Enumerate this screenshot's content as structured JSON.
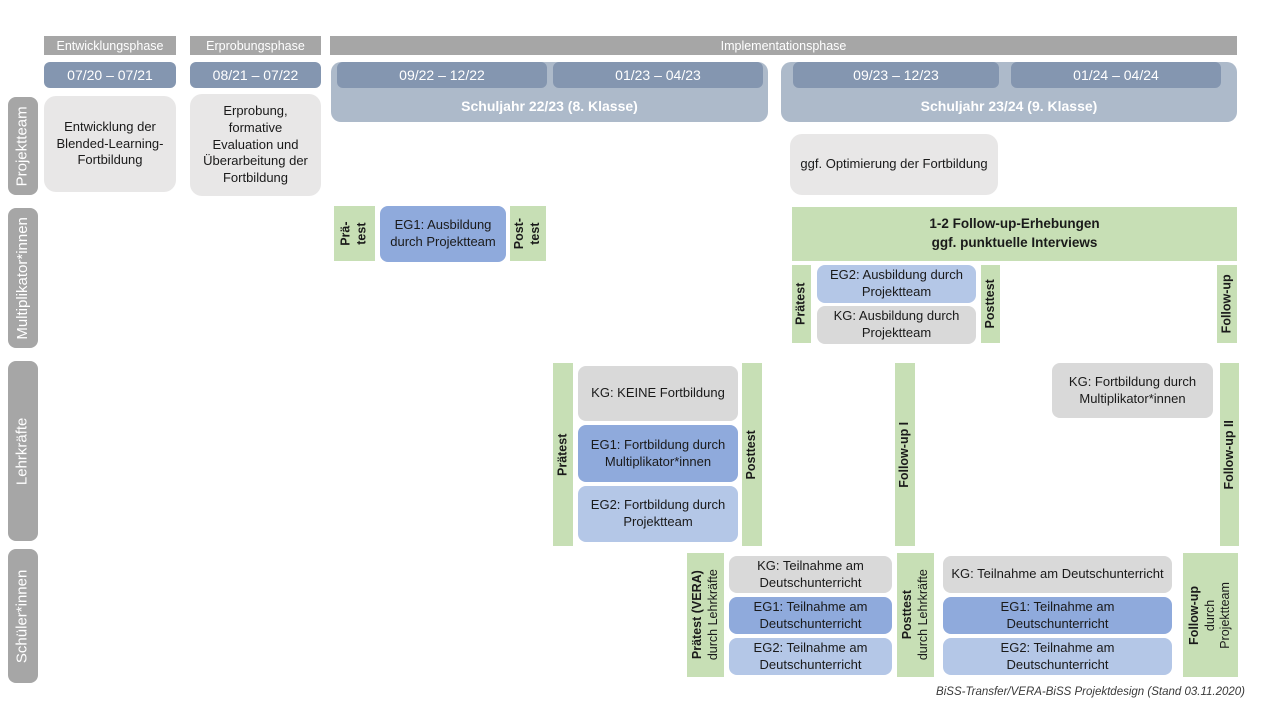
{
  "phases": {
    "p1": {
      "label": "Entwicklungsphase",
      "date": "07/20 – 07/21"
    },
    "p2": {
      "label": "Erprobungsphase",
      "date": "08/21 – 07/22"
    },
    "p3": {
      "label": "Implementationsphase"
    }
  },
  "years": {
    "y1": {
      "label": "Schuljahr 22/23 (8. Klasse)",
      "d1": "09/22 – 12/22",
      "d2": "01/23 – 04/23"
    },
    "y2": {
      "label": "Schuljahr 23/24 (9. Klasse)",
      "d1": "09/23 – 12/23",
      "d2": "01/24 – 04/24"
    }
  },
  "rows": {
    "projektteam": {
      "label": "Projektteam",
      "dev": "Entwicklung der Blended-Learning-Fortbildung",
      "erprobung": "Erprobung, formative Evaluation und Überarbeitung der Fortbildung",
      "optimierung": "ggf. Optimierung der Fortbildung"
    },
    "multiplikatoren": {
      "label": "Multiplikator*innen",
      "pretest_l1": "Prä-",
      "pretest_l2": "test",
      "eg1": "EG1: Ausbildung durch Projektteam",
      "posttest_l1": "Post-",
      "posttest_l2": "test",
      "followup_l1": "1-2 Follow-up-Erhebungen",
      "followup_l2": "ggf. punktuelle Interviews",
      "praetest2": "Prätest",
      "eg2": "EG2: Ausbildung durch Projektteam",
      "kg": "KG: Ausbildung durch Projektteam",
      "posttest2": "Posttest",
      "followup2": "Follow-up"
    },
    "lehrkraefte": {
      "label": "Lehrkräfte",
      "praetest": "Prätest",
      "kg": "KG: KEINE Fortbildung",
      "eg1": "EG1: Fortbildung durch Multiplikator*innen",
      "eg2": "EG2: Fortbildung durch Projektteam",
      "posttest": "Posttest",
      "followup1": "Follow-up I",
      "kg2": "KG: Fortbildung durch Multiplikator*innen",
      "followup2": "Follow-up II"
    },
    "schueler": {
      "label": "Schüler*innen",
      "praetest_l1": "Prätest (VERA)",
      "praetest_l2": "durch Lehrkräfte",
      "kg1": "KG: Teilnahme am Deutschunterricht",
      "eg1a": "EG1: Teilnahme am Deutschunterricht",
      "eg2a": "EG2: Teilnahme am Deutschunterricht",
      "posttest_l1": "Posttest",
      "posttest_l2": "durch Lehrkräfte",
      "kg2": "KG: Teilnahme am Deutschunterricht",
      "eg1b": "EG1: Teilnahme am Deutschunterricht",
      "eg2b": "EG2: Teilnahme am Deutschunterricht",
      "followup_l1": "Follow-up",
      "followup_l2": "durch",
      "followup_l3": "Projektteam"
    }
  },
  "footer": "BiSS-Transfer/VERA-BiSS Projektdesign (Stand 03.11.2020)",
  "colors": {
    "phase_gray": "#a6a6a6",
    "date_blue": "#8496b0",
    "year_light_blue": "#adbaca",
    "project_box_gray": "#e8e7e7",
    "kg_gray": "#d9d9d9",
    "eg1_blue": "#8faadc",
    "eg2_blue": "#b4c7e7",
    "test_green": "#c7dfb5"
  }
}
